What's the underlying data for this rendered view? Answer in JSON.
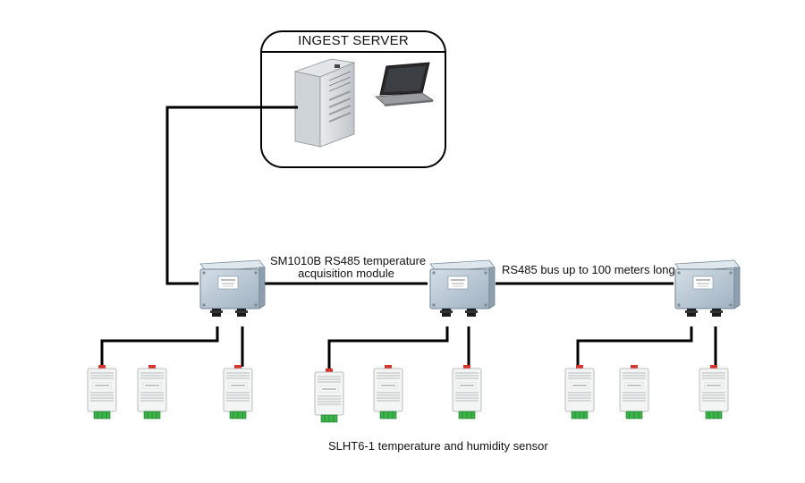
{
  "server": {
    "title": "INGEST SERVER"
  },
  "labels": {
    "module": "SM1010B RS485 temperature acquisition module",
    "module_line1": "SM1010B RS485 temperature",
    "module_line2": "acquisition module",
    "bus": "RS485 bus up to 100 meters long",
    "sensor": "SLHT6-1 temperature and humidity sensor"
  },
  "colors": {
    "line": "#000000",
    "box_face": "#b7c6d3",
    "box_top": "#d3dde6",
    "box_side": "#8fa1b1",
    "sensor_body": "#f2f3f3",
    "terminal": "#3bb24a",
    "sensor_tab": "#d8342c"
  },
  "modules": [
    {
      "sensors": 3
    },
    {
      "sensors": 3
    },
    {
      "sensors": 3
    }
  ],
  "icons": [
    "tower-pc-icon",
    "laptop-icon",
    "junction-box-icon",
    "sensor-icon"
  ]
}
